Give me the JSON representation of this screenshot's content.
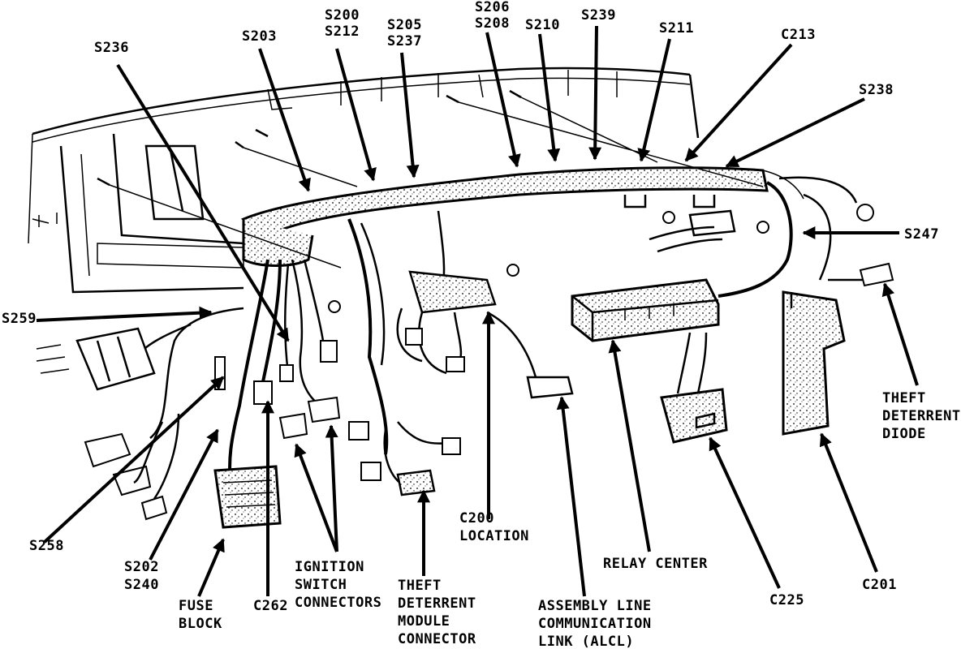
{
  "diagram": {
    "labels": {
      "s236": "S236",
      "s203": "S203",
      "s200_212": [
        "S200",
        "S212"
      ],
      "s205_237": [
        "S205",
        "S237"
      ],
      "s206_208": [
        "S206",
        "S208"
      ],
      "s210": "S210",
      "s239": "S239",
      "s211": "S211",
      "c213": "C213",
      "s238": "S238",
      "s247": "S247",
      "s259": "S259",
      "s258": "S258",
      "s202_240": [
        "S202",
        "S240"
      ],
      "fuse_block": [
        "FUSE",
        "BLOCK"
      ],
      "c262": "C262",
      "ignition": [
        "IGNITION",
        "SWITCH",
        "CONNECTORS"
      ],
      "theft_module": [
        "THEFT",
        "DETERRENT",
        "MODULE",
        "CONNECTOR"
      ],
      "c200": [
        "C200",
        "LOCATION"
      ],
      "alcl": [
        "ASSEMBLY LINE",
        "COMMUNICATION",
        "LINK (ALCL)"
      ],
      "relay_center": "RELAY CENTER",
      "c225": "C225",
      "c201": "C201",
      "theft_diode": [
        "THEFT",
        "DETERRENT",
        "DIODE"
      ]
    }
  }
}
